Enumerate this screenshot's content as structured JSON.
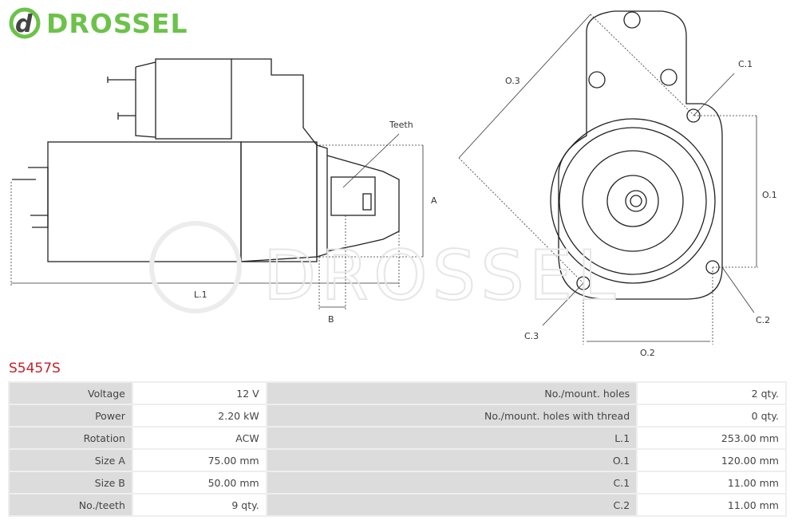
{
  "drawing": {
    "labels": {
      "teeth": "Teeth",
      "a": "A",
      "b": "B",
      "l1": "L.1",
      "o3": "O.3",
      "c1": "C.1",
      "o1": "O.1",
      "c2": "C.2",
      "o2": "O.2",
      "c3": "C.3"
    },
    "watermark": "DROSSEL"
  },
  "product": {
    "code": "S5457S"
  },
  "specs": [
    {
      "label": "Voltage",
      "value": "12 V",
      "label2": "No./mount. holes",
      "value2": "2 qty."
    },
    {
      "label": "Power",
      "value": "2.20 kW",
      "label2": "No./mount. holes with thread",
      "value2": "0 qty."
    },
    {
      "label": "Rotation",
      "value": "ACW",
      "label2": "L.1",
      "value2": "253.00 mm"
    },
    {
      "label": "Size A",
      "value": "75.00 mm",
      "label2": "O.1",
      "value2": "120.00 mm"
    },
    {
      "label": "Size B",
      "value": "50.00 mm",
      "label2": "C.1",
      "value2": "11.00 mm"
    },
    {
      "label": "No./teeth",
      "value": "9 qty.",
      "label2": "C.2",
      "value2": "11.00 mm"
    }
  ],
  "logo": {
    "text": "DROSSEL",
    "color": "#6cc24a"
  },
  "colors": {
    "title": "#c8202a"
  }
}
